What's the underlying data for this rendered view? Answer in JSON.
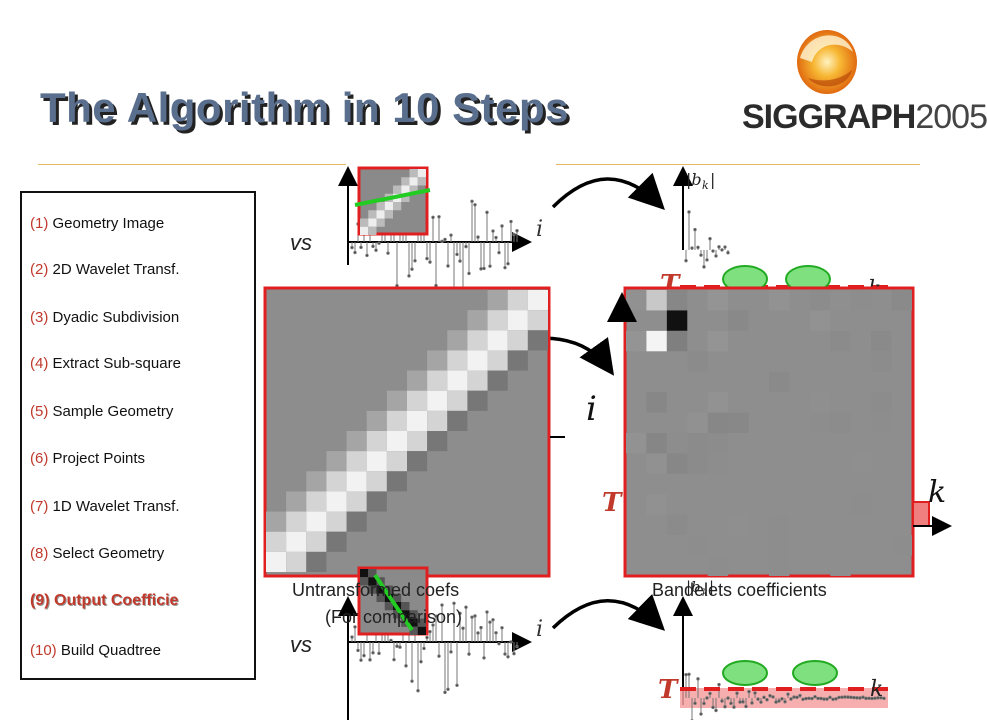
{
  "slide": {
    "title": "The Algorithm in 10 Steps",
    "logo": {
      "brand": "SIGGRAPH",
      "year": "2005"
    },
    "steps": [
      {
        "num": "(1)",
        "label": " Geometry Image"
      },
      {
        "num": "(2)",
        "label": " 2D Wavelet Transf."
      },
      {
        "num": "(3)",
        "label": " Dyadic Subdivision"
      },
      {
        "num": "(4)",
        "label": " Extract Sub-square"
      },
      {
        "num": "(5)",
        "label": " Sample Geometry"
      },
      {
        "num": "(6)",
        "label": " Project Points"
      },
      {
        "num": "(7)",
        "label": " 1D Wavelet Transf."
      },
      {
        "num": "(8)",
        "label": " Select Geometry"
      },
      {
        "num": "(9)",
        "label": " Output Coefficie"
      },
      {
        "num": "(10)",
        "label": " Build Quadtree"
      }
    ],
    "active_step": 9,
    "vs_label": "vs",
    "captions": {
      "left_1": "Untransformed coefs",
      "left_2": "(For comparison)",
      "right": "Bandelets coefficients"
    },
    "axis_labels": {
      "i": "i",
      "k": "k",
      "T": "T",
      "bk": "|b",
      "bk_sub": "k",
      "bk_end": "|"
    },
    "colors": {
      "accent": "#c0392b",
      "frame": "#e02020",
      "green": "#22cc22",
      "title": "#5a6f8e"
    }
  }
}
